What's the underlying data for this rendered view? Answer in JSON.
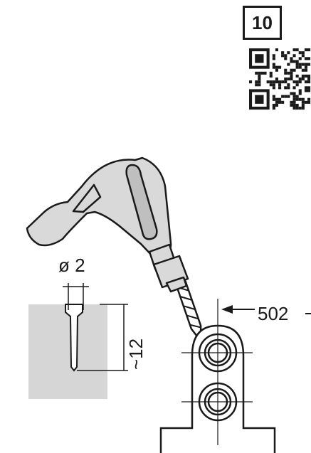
{
  "step": {
    "number": "10"
  },
  "qr": {
    "icon": "qr-code-icon"
  },
  "dimensions": {
    "diameter_label": "ø 2",
    "depth_label": "~12"
  },
  "part": {
    "number": "502"
  },
  "colors": {
    "line": "#1a1a1a",
    "tool_fill": "#d9d9d9",
    "block_fill": "#d6d6d6",
    "white": "#ffffff"
  }
}
